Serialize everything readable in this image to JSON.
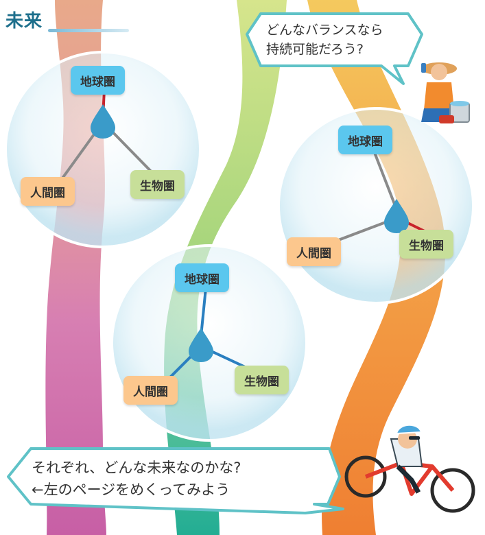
{
  "title": "未来",
  "top_bubble": {
    "line1": "どんなバランスなら",
    "line2": "持続可能だろう?"
  },
  "bottom_bubble": {
    "line1": "それぞれ、どんな未来なのかな?",
    "line2": "←左のページをめくってみよう"
  },
  "spheres": [
    {
      "earth": "地球圏",
      "human": "人間圏",
      "bio": "生物圏"
    },
    {
      "earth": "地球圏",
      "human": "人間圏",
      "bio": "生物圏"
    },
    {
      "earth": "地球圏",
      "human": "人間圏",
      "bio": "生物圏"
    }
  ],
  "colors": {
    "pink_ribbon": "#cc6fa8",
    "green_ribbon": "#b6d97a",
    "teal_ribbon": "#2fb39a",
    "orange_ribbon": "#f08a3a",
    "bubble_border": "#5fc2c7",
    "line_gray": "#8a8a8a",
    "line_red": "#c8232c",
    "line_blue": "#2a7fc0",
    "drop_blue": "#3a9bc9"
  },
  "icons": [
    "water-drop-icon",
    "gardener-illustration",
    "cyclist-illustration"
  ]
}
